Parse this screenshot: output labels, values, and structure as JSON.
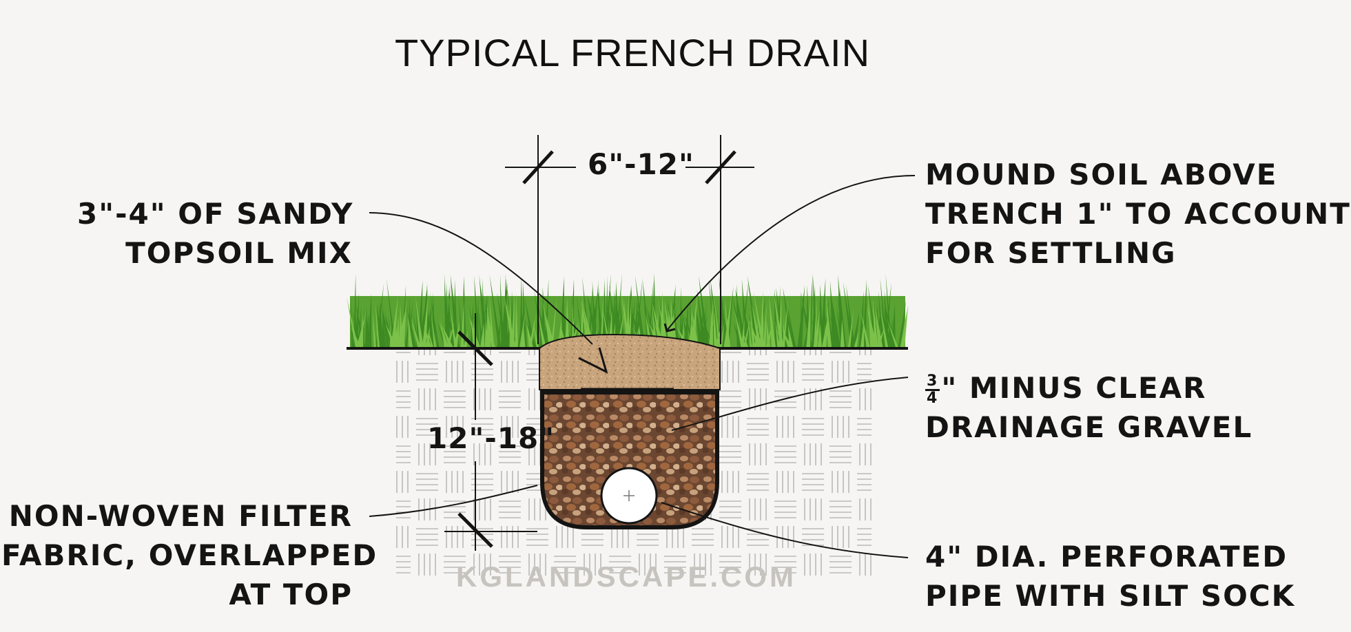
{
  "title": "TYPICAL FRENCH DRAIN",
  "dimensions": {
    "trench_width": "6\"-12\"",
    "trench_depth": "12\"-18\""
  },
  "labels": {
    "topsoil": [
      "3\"-4\" OF SANDY",
      "TOPSOIL MIX"
    ],
    "mound": [
      "MOUND SOIL ABOVE",
      "TRENCH 1\" TO ACCOUNT",
      "FOR SETTLING"
    ],
    "gravel": {
      "fraction_numerator": "3",
      "fraction_denominator": "4",
      "line1_rest": "\" MINUS CLEAR",
      "line2": "DRAINAGE GRAVEL"
    },
    "fabric": [
      "NON-WOVEN FILTER",
      "FABRIC, OVERLAPPED",
      "AT TOP"
    ],
    "pipe": [
      "4\" DIA. PERFORATED",
      "PIPE WITH SILT SOCK"
    ]
  },
  "watermark": "KGLANDSCAPE.COM",
  "colors": {
    "background": "#f6f5f3",
    "grass": "#4a9a2a",
    "topsoil": "#c4a27a",
    "gravel": "#7a4f33",
    "pipe": "#ffffff",
    "soil_hatch": "#b9b9b9",
    "ink": "#141414"
  }
}
